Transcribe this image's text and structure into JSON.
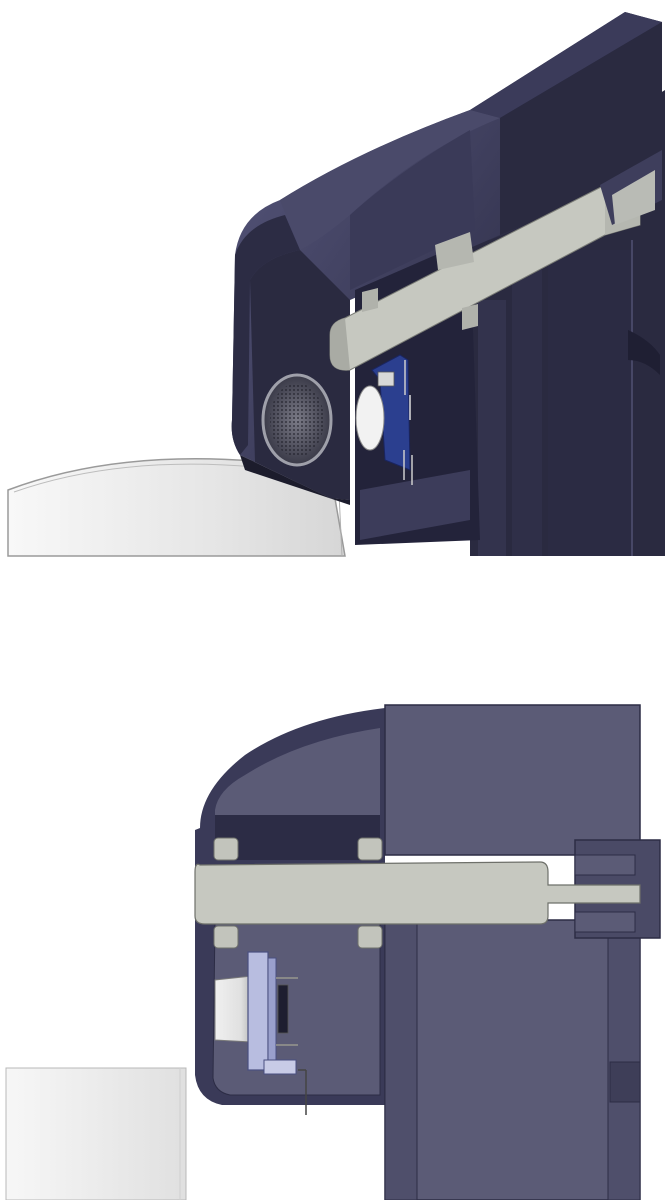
{
  "figure": {
    "views": [
      {
        "id": "iso",
        "kind": "isometric-cutaway"
      },
      {
        "id": "section",
        "kind": "side-section"
      }
    ],
    "colors": {
      "housing_dark": "#2c2c45",
      "housing_mid": "#3a3a58",
      "housing_light": "#5b5b76",
      "shaft_gray": "#c6c8c0",
      "pcb_blue": "#2b3f8f",
      "pcb_lavender": "#b8bde0",
      "cylinder_white": "#ececec",
      "speaker_gray": "#9b9ba5"
    }
  }
}
